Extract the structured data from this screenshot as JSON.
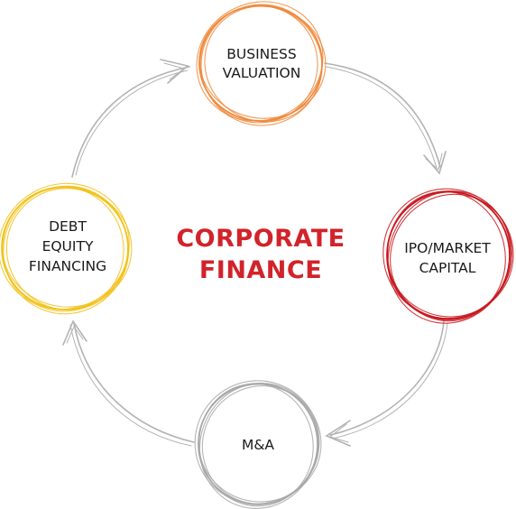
{
  "diagram": {
    "title_lines": [
      "CORPORATE",
      "FINANCE"
    ],
    "title_color": "#d2232a",
    "arrow_color": "#b3b3b3",
    "nodes": [
      {
        "id": "business-valuation",
        "lines": [
          "BUSINESS",
          "VALUATION"
        ],
        "color": "#f08a3c"
      },
      {
        "id": "ipo-market-capital",
        "lines": [
          "IPO/MARKET",
          "CAPITAL"
        ],
        "color": "#c8191f"
      },
      {
        "id": "m-and-a",
        "lines": [
          "M&A"
        ],
        "color": "#a8a8a8"
      },
      {
        "id": "debt-equity-financing",
        "lines": [
          "DEBT",
          "EQUITY",
          "FINANCING"
        ],
        "color": "#f2c21b"
      }
    ]
  }
}
